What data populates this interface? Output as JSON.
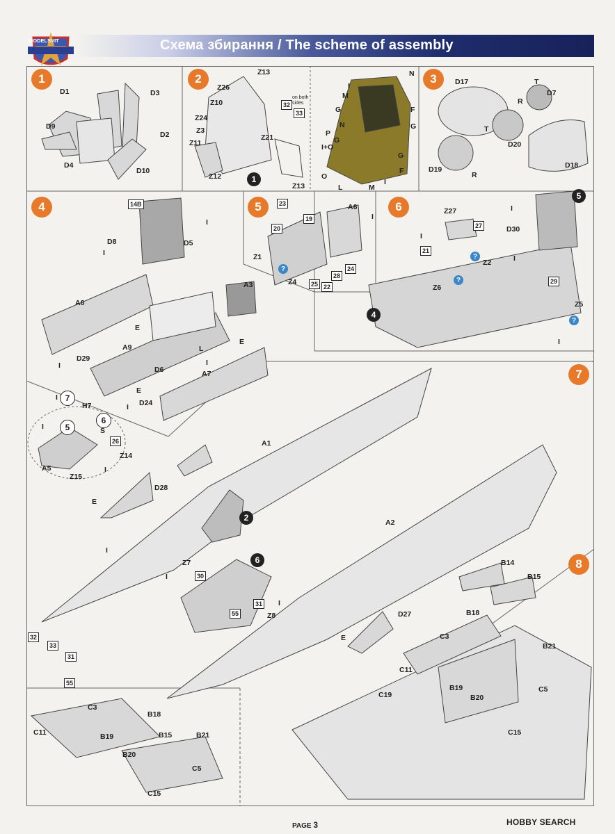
{
  "header": {
    "logo_text": "MODELSVIT",
    "title": "Схема збирання / The scheme of assembly"
  },
  "steps": [
    {
      "number": "1"
    },
    {
      "number": "2"
    },
    {
      "number": "3"
    },
    {
      "number": "4"
    },
    {
      "number": "5"
    },
    {
      "number": "6"
    },
    {
      "number": "7"
    },
    {
      "number": "8"
    }
  ],
  "references": {
    "step2_ref": "1",
    "step6_ref4": "4",
    "step6_ref5": "5",
    "step7_ref2": "2",
    "step7_ref6": "6",
    "step7_sub5": "5",
    "step7_sub6": "6",
    "step7_sub7": "7"
  },
  "notes": {
    "on_both_sides": "on both sides"
  },
  "parts": {
    "step1": [
      "D1",
      "D3",
      "D9",
      "D2",
      "D4",
      "D10"
    ],
    "step2": [
      "Z13",
      "Z26",
      "Z10",
      "Z24",
      "Z3",
      "Z21",
      "Z11",
      "Z12",
      "Z13"
    ],
    "step2_boxes": [
      "32",
      "33"
    ],
    "step2_paint": [
      "N",
      "I",
      "M",
      "F",
      "G",
      "G",
      "N",
      "G",
      "P",
      "I+O",
      "G",
      "F",
      "O",
      "L",
      "M",
      "I"
    ],
    "step3": [
      "D17",
      "T",
      "D7",
      "R",
      "T",
      "D20",
      "D19",
      "R",
      "D18"
    ],
    "step4": [
      "D8",
      "D5",
      "A8",
      "A3",
      "A9",
      "D29",
      "D6",
      "A7",
      "D24",
      "I",
      "I",
      "I",
      "E",
      "E",
      "E",
      "L",
      "I",
      "I"
    ],
    "step4_boxes": [
      "14B"
    ],
    "step5": [
      "A6",
      "Z1",
      "Z4",
      "I"
    ],
    "step5_boxes": [
      "23",
      "19",
      "20",
      "28",
      "24",
      "25",
      "22"
    ],
    "step6": [
      "Z27",
      "D30",
      "Z2",
      "Z6",
      "Z5",
      "I",
      "I",
      "I",
      "I"
    ],
    "step6_boxes": [
      "27",
      "21",
      "29"
    ],
    "step7": [
      "H7",
      "S",
      "A5",
      "Z14",
      "Z15",
      "A1",
      "D28",
      "A2",
      "Z7",
      "Z8",
      "D27",
      "E",
      "E",
      "I",
      "I",
      "I",
      "I",
      "I",
      "I"
    ],
    "step7_boxes": [
      "26",
      "30",
      "31",
      "55",
      "32",
      "33",
      "31",
      "55"
    ],
    "step8": [
      "B14",
      "B15",
      "B18",
      "C3",
      "B21",
      "C11",
      "B19",
      "B20",
      "C5",
      "C19",
      "C15"
    ],
    "detail": [
      "C3",
      "B18",
      "C11",
      "B19",
      "B15",
      "B21",
      "B20",
      "C5",
      "C15"
    ]
  },
  "footer": {
    "page_label": "PAGE",
    "page_number": "3",
    "watermark": "HOBBY SEARCH"
  },
  "colors": {
    "step_badge": "#e77a2a",
    "header_dark": "#17225a",
    "help_icon": "#3a86c8",
    "seat_paint": "#8a7a2a"
  }
}
